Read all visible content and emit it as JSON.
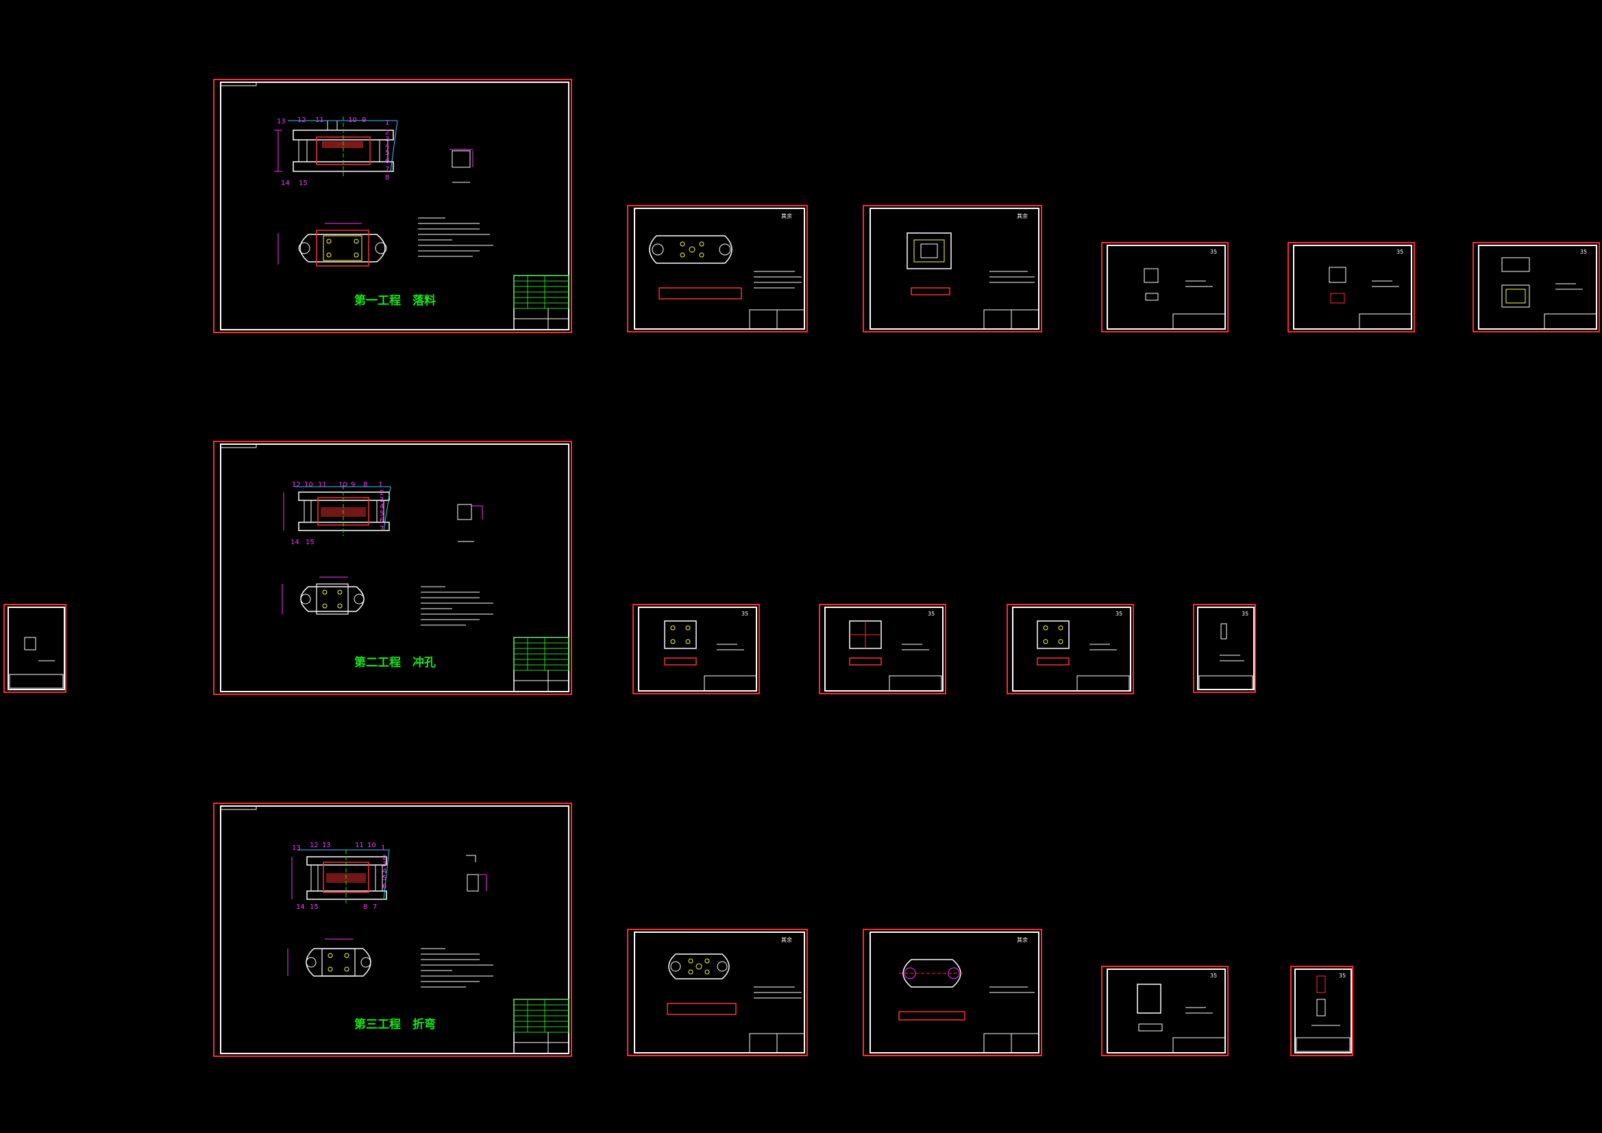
{
  "colors": {
    "background": "#000000",
    "sheet_outer": "#ff2a2a",
    "sheet_inner": "#ffffff",
    "title_green": "#19e619",
    "part_red": "#ff3030",
    "dim_magenta": "#ff33ff",
    "leader_cyan": "#33ccff",
    "accent_yellow": "#ffff33",
    "centerline_green": "#22dd22"
  },
  "assembly_titles": {
    "blanking": "第一工程　落料",
    "piercing": "第二工程　冲孔",
    "bending": "第三工程　折弯"
  },
  "part_labels": {
    "sheet1": [
      "13",
      "12",
      "11",
      "10",
      "9",
      "1",
      "2",
      "3",
      "4",
      "5",
      "6",
      "7",
      "8",
      "14",
      "15"
    ],
    "sheet2": [
      "12",
      "10",
      "11",
      "10",
      "9",
      "8",
      "1",
      "2",
      "3",
      "4",
      "5",
      "6",
      "7",
      "14",
      "15"
    ],
    "sheet3": [
      "13",
      "12",
      "13",
      "11",
      "10",
      "1",
      "2",
      "3",
      "4",
      "5",
      "6",
      "7",
      "8",
      "14",
      "15"
    ]
  },
  "small_sheet_marks": {
    "roughness": "其余",
    "roughness_alt": "35"
  }
}
